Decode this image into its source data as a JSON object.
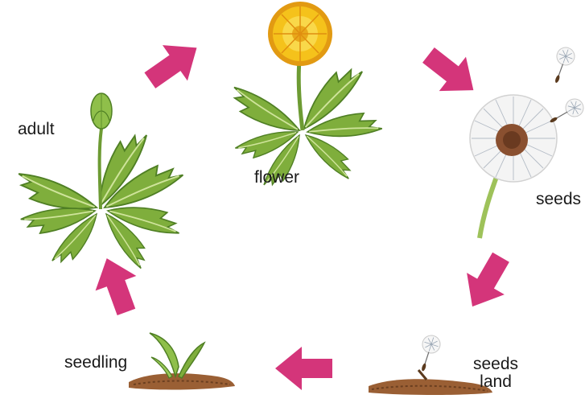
{
  "diagram": {
    "stages": {
      "adult": "adult",
      "flower": "flower",
      "seeds": "seeds",
      "seeds_land": [
        "seeds",
        "land"
      ],
      "seedling": "seedling"
    },
    "colors": {
      "arrow": "#d4357a",
      "leaf": "#7fae3c",
      "leaf_dark": "#4f7f24",
      "flower": "#f5c21b",
      "flower_dark": "#e29a12",
      "soil": "#9a5f34",
      "seedhead": "#f2f2f2"
    }
  }
}
